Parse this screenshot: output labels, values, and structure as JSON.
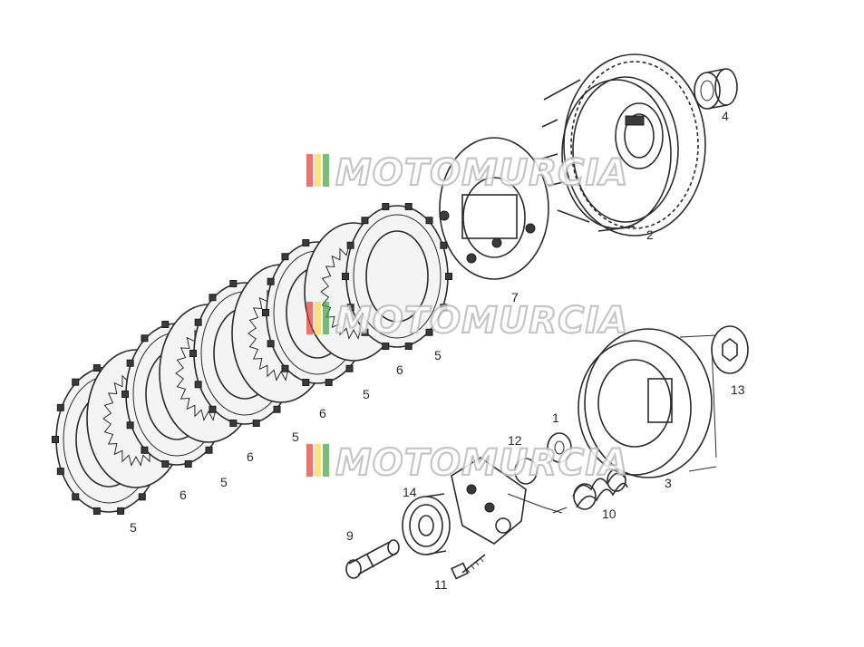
{
  "diagram": {
    "watermark": "MOTOMURCIA",
    "watermark_colors": [
      "#e53935",
      "#fdd835",
      "#43a047"
    ],
    "callouts": [
      "1",
      "2",
      "3",
      "4",
      "5",
      "5",
      "5",
      "5",
      "5",
      "6",
      "6",
      "6",
      "6",
      "7",
      "9",
      "10",
      "11",
      "12",
      "13",
      "14"
    ]
  }
}
